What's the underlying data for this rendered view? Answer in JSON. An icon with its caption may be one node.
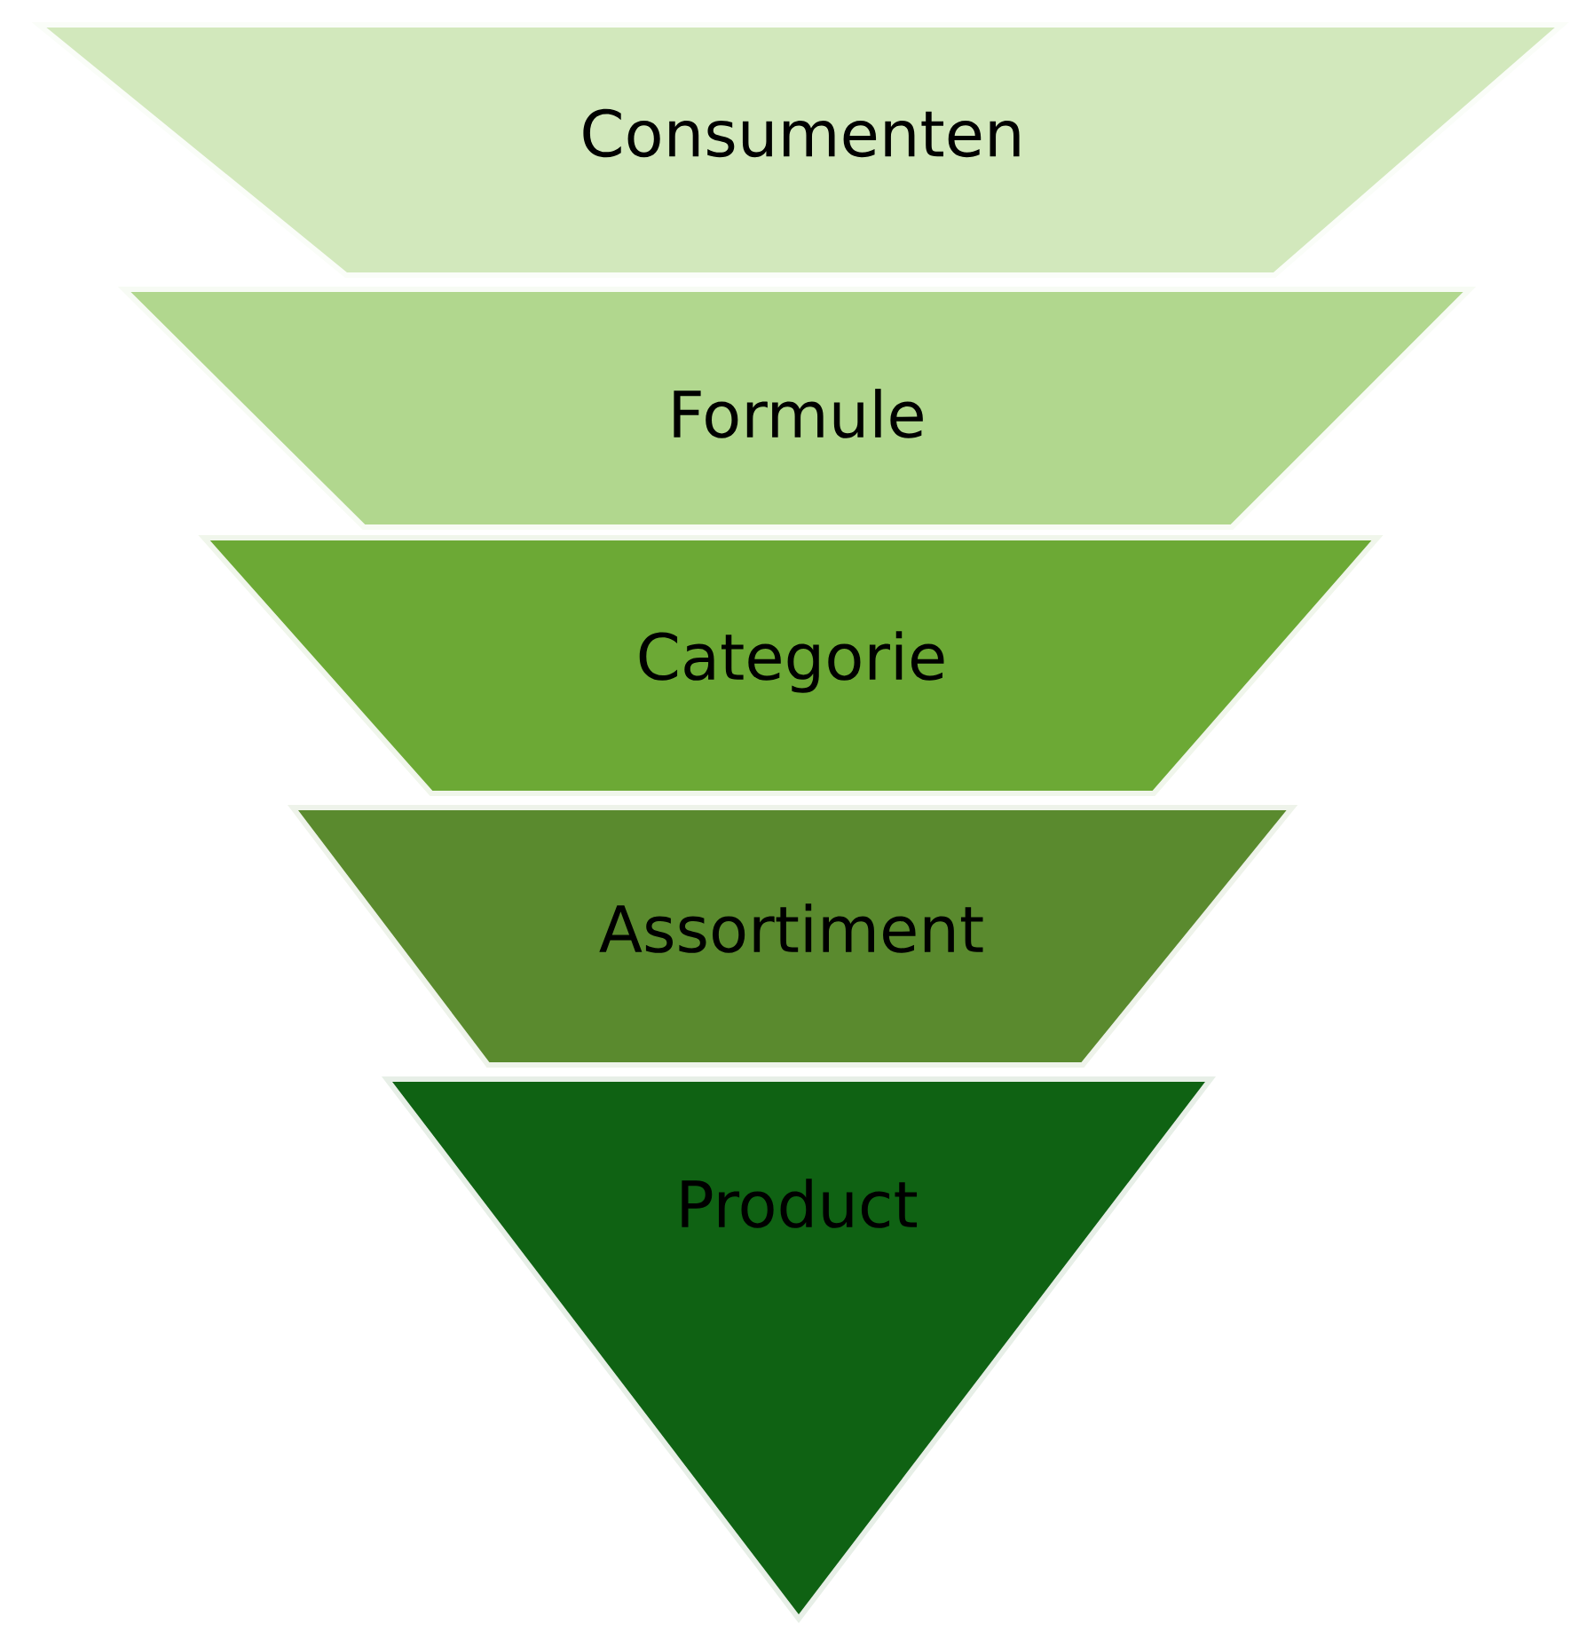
{
  "diagram": {
    "nodes": [
      {
        "text": [
          "Consumenten"
        ]
      },
      {
        "text": [
          "Formule"
        ]
      },
      {
        "text": [
          "Categorie"
        ]
      },
      {
        "text": [
          "Assortiment"
        ]
      },
      {
        "text": [
          "Product"
        ]
      }
    ]
  }
}
